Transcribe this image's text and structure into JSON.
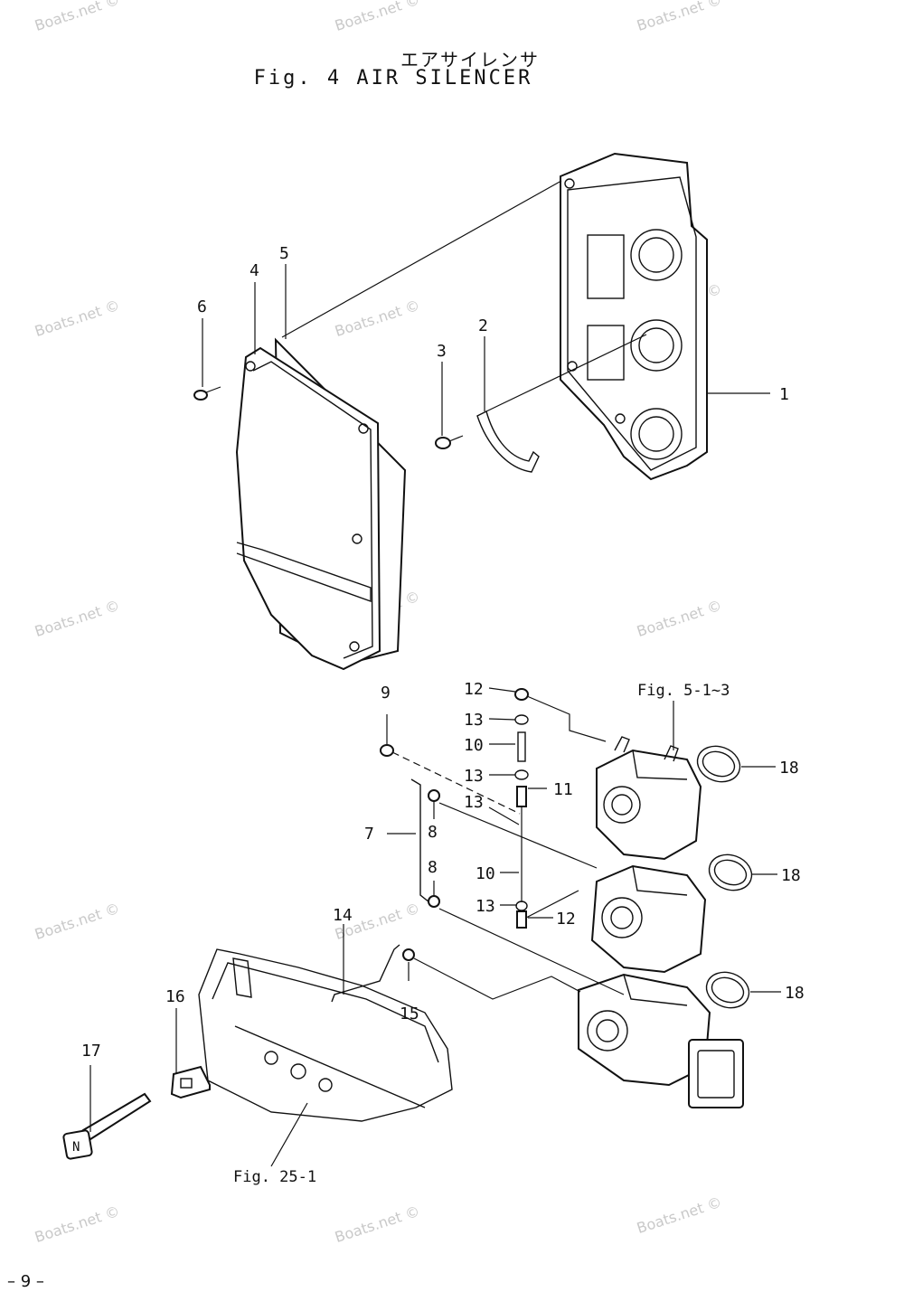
{
  "title": {
    "japanese": "エアサイレンサ",
    "english": "Fig. 4  AIR SILENCER"
  },
  "page_number": "– 9 –",
  "watermark": "Boats.net ©",
  "callouts": [
    {
      "id": "c1",
      "label": "1"
    },
    {
      "id": "c2",
      "label": "2"
    },
    {
      "id": "c3",
      "label": "3"
    },
    {
      "id": "c4",
      "label": "4"
    },
    {
      "id": "c5",
      "label": "5"
    },
    {
      "id": "c6",
      "label": "6"
    },
    {
      "id": "c7",
      "label": "7"
    },
    {
      "id": "c8a",
      "label": "8"
    },
    {
      "id": "c8b",
      "label": "8"
    },
    {
      "id": "c9",
      "label": "9"
    },
    {
      "id": "c10a",
      "label": "10"
    },
    {
      "id": "c10b",
      "label": "10"
    },
    {
      "id": "c11",
      "label": "11"
    },
    {
      "id": "c12a",
      "label": "12"
    },
    {
      "id": "c12b",
      "label": "12"
    },
    {
      "id": "c13a",
      "label": "13"
    },
    {
      "id": "c13b",
      "label": "13"
    },
    {
      "id": "c13c",
      "label": "13"
    },
    {
      "id": "c13d",
      "label": "13"
    },
    {
      "id": "c14",
      "label": "14"
    },
    {
      "id": "c15",
      "label": "15"
    },
    {
      "id": "c16",
      "label": "16"
    },
    {
      "id": "c17",
      "label": "17"
    },
    {
      "id": "c18a",
      "label": "18"
    },
    {
      "id": "c18b",
      "label": "18"
    },
    {
      "id": "c18c",
      "label": "18"
    }
  ],
  "references": {
    "carburetor": "Fig. 5-1~3",
    "bottom_cowl": "Fig. 25-1"
  }
}
